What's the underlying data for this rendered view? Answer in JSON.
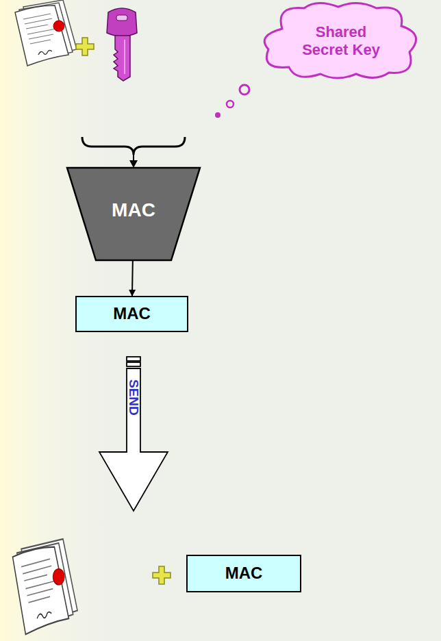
{
  "diagram": {
    "nodes": [
      {
        "text": [
          "Shared Secret Key"
        ]
      },
      {
        "text": [
          "MAC"
        ]
      },
      {
        "text": [
          "MAC"
        ]
      },
      {
        "text": [
          "SEND"
        ]
      },
      {
        "text": [
          "MAC"
        ]
      }
    ],
    "edges": [
      {
        "from": 1,
        "to": 2,
        "arrow": "to"
      }
    ]
  }
}
